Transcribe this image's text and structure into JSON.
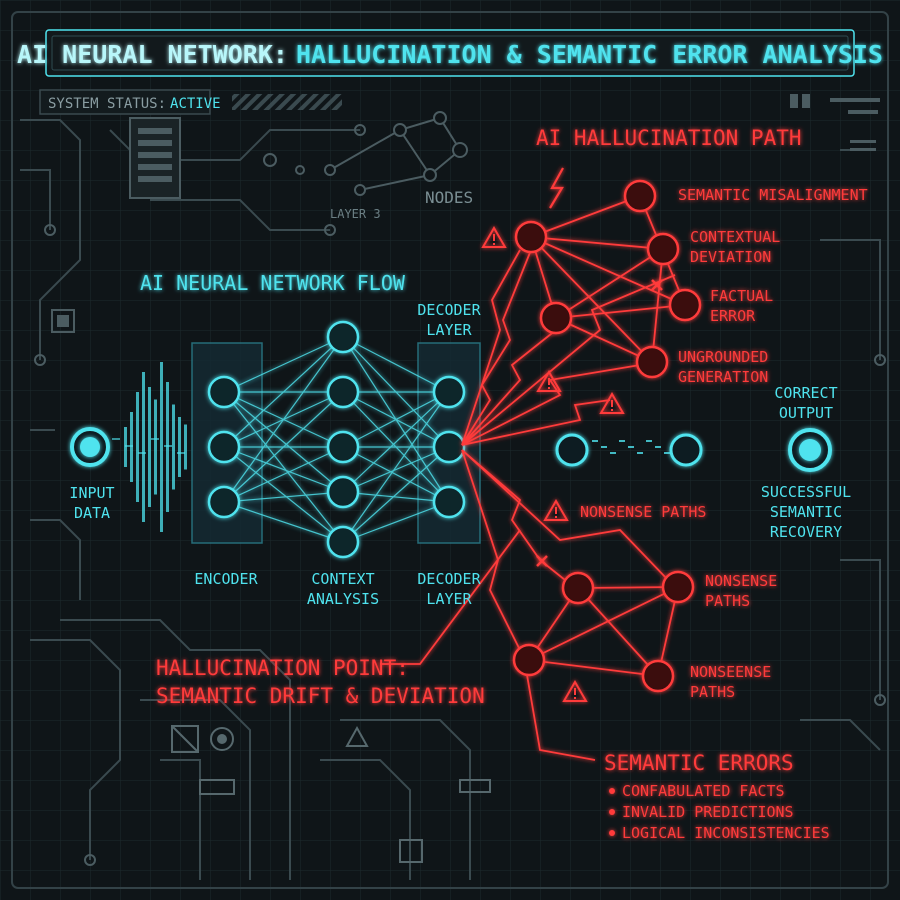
{
  "title": {
    "prefix": "AI NEURAL NETWORK:",
    "rest": "HALLUCINATION & SEMANTIC ERROR ANALYSIS"
  },
  "status": {
    "label": "SYSTEM STATUS:",
    "value": "ACTIVE"
  },
  "decor": {
    "layer": "LAYER 3",
    "nodes": "NODES"
  },
  "flow_title": "AI NEURAL NETWORK FLOW",
  "labels": {
    "input": [
      "INPUT",
      "DATA"
    ],
    "encoder": "ENCODER",
    "context": [
      "CONTEXT",
      "ANALYSIS"
    ],
    "decoder_top": [
      "DECODER",
      "LAYER"
    ],
    "decoder_bottom": [
      "DECODER",
      "LAYER"
    ],
    "correct_output": [
      "CORRECT",
      "OUTPUT"
    ],
    "recovery": [
      "SUCCESSFUL",
      "SEMANTIC",
      "RECOVERY"
    ]
  },
  "hallucination_path": {
    "title": "AI HALLUCINATION PATH",
    "items": [
      [
        "SEMANTIC MISALIGNMENT"
      ],
      [
        "CONTEXTUAL",
        "DEVIATION"
      ],
      [
        "FACTUAL",
        "ERROR"
      ],
      [
        "UNGROUNDED",
        "GENERATION"
      ]
    ]
  },
  "nonsense": {
    "header": "NONSENSE PATHS",
    "right1": [
      "NONSENSE",
      "PATHS"
    ],
    "right2": [
      "NONSEENSE",
      "PATHS"
    ]
  },
  "hallucination_point": [
    "HALLUCINATION POINT:",
    "SEMANTIC DRIFT & DEVIATION"
  ],
  "semantic_errors": {
    "title": "SEMANTIC ERRORS",
    "items": [
      "CONFABULATED FACTS",
      "INVALID PREDICTIONS",
      "LOGICAL INCONSISTENCIES"
    ]
  },
  "colors": {
    "background": "#0f1518",
    "cyan": "#4fe3ee",
    "red": "#ff3b3b",
    "grid": "#1c2a2e",
    "circuit": "#3a4a4f"
  }
}
